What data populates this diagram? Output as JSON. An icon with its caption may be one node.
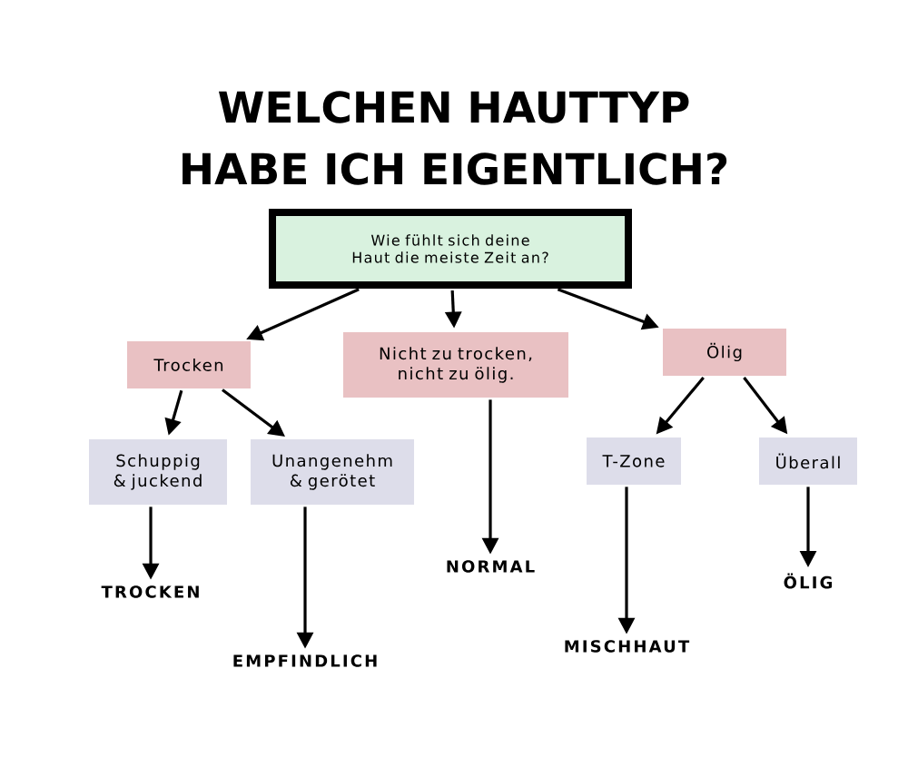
{
  "diagram": {
    "title": "WELCHEN HAUTTYP HABE ICH EIGENTLICH?",
    "nodes": [
      {
        "text": [
          "Wie fühlt sich deine Haut die meiste Zeit an?"
        ]
      },
      {
        "text": [
          "Trocken"
        ]
      },
      {
        "text": [
          "Nicht zu trocken, nicht zu ölig."
        ]
      },
      {
        "text": [
          "Ölig"
        ]
      },
      {
        "text": [
          "Schuppig & juckend"
        ]
      },
      {
        "text": [
          "Unangenehm & gerötet"
        ]
      },
      {
        "text": [
          "T-Zone"
        ]
      },
      {
        "text": [
          "Überall"
        ]
      },
      {
        "text": [
          "TROCKEN"
        ]
      },
      {
        "text": [
          "EMPFINDLICH"
        ]
      },
      {
        "text": [
          "NORMAL"
        ]
      },
      {
        "text": [
          "MISCHHAUT"
        ]
      },
      {
        "text": [
          "ÖLIG"
        ]
      }
    ],
    "edges": [
      {
        "from": 0,
        "to": 1,
        "arrow": "to"
      },
      {
        "from": 0,
        "to": 2,
        "arrow": "to"
      },
      {
        "from": 0,
        "to": 3,
        "arrow": "to"
      },
      {
        "from": 1,
        "to": 4,
        "arrow": "to"
      },
      {
        "from": 1,
        "to": 5,
        "arrow": "to"
      },
      {
        "from": 3,
        "to": 6,
        "arrow": "to"
      },
      {
        "from": 3,
        "to": 7,
        "arrow": "to"
      },
      {
        "from": 4,
        "to": 8,
        "arrow": "to"
      },
      {
        "from": 5,
        "to": 9,
        "arrow": "to"
      },
      {
        "from": 2,
        "to": 10,
        "arrow": "to"
      },
      {
        "from": 6,
        "to": 11,
        "arrow": "to"
      },
      {
        "from": 7,
        "to": 12,
        "arrow": "to"
      }
    ]
  }
}
